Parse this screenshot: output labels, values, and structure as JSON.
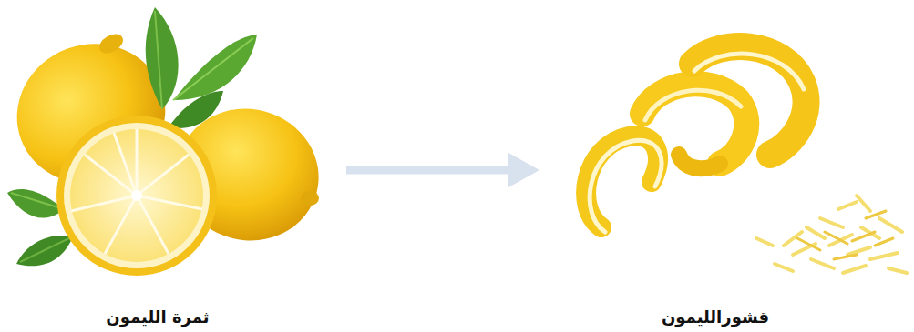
{
  "diagram": {
    "nodes": [
      {
        "text": [
          "ثمرة الليمون"
        ]
      },
      {
        "text": [
          "قشورالليمون"
        ]
      }
    ],
    "edges": [
      {
        "from": 0,
        "to": 1,
        "arrow": "to"
      }
    ]
  }
}
